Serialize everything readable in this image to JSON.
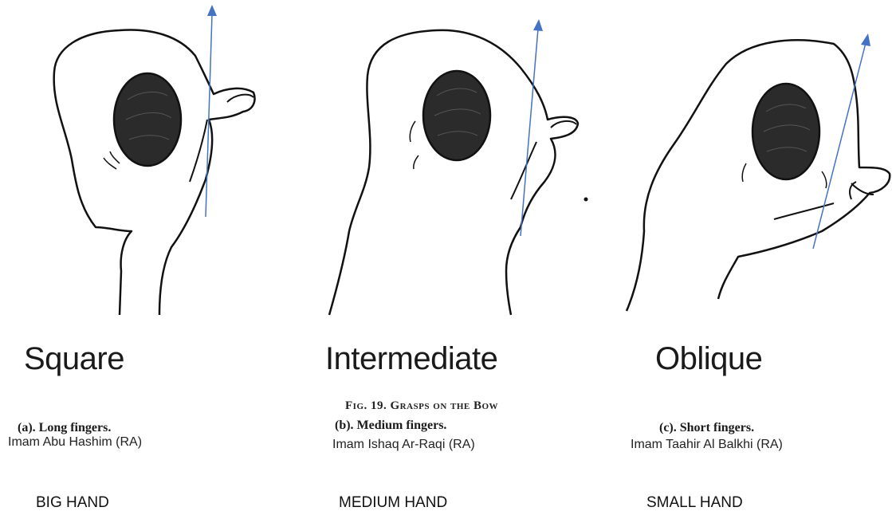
{
  "figure_caption": "Fig. 19. Grasps on the Bow",
  "arrow_color": "#4472C4",
  "panels": [
    {
      "title": "Square",
      "subtitle": "(a). Long fingers.",
      "imam": "Imam Abu Hashim (RA)",
      "hand_size": "BIG HAND"
    },
    {
      "title": "Intermediate",
      "subtitle": "(b). Medium fingers.",
      "imam": "Imam Ishaq Ar-Raqi (RA)",
      "hand_size": "MEDIUM HAND"
    },
    {
      "title": "Oblique",
      "subtitle": "(c). Short fingers.",
      "imam": "Imam Taahir Al Balkhi (RA)",
      "hand_size": "SMALL HAND"
    }
  ]
}
